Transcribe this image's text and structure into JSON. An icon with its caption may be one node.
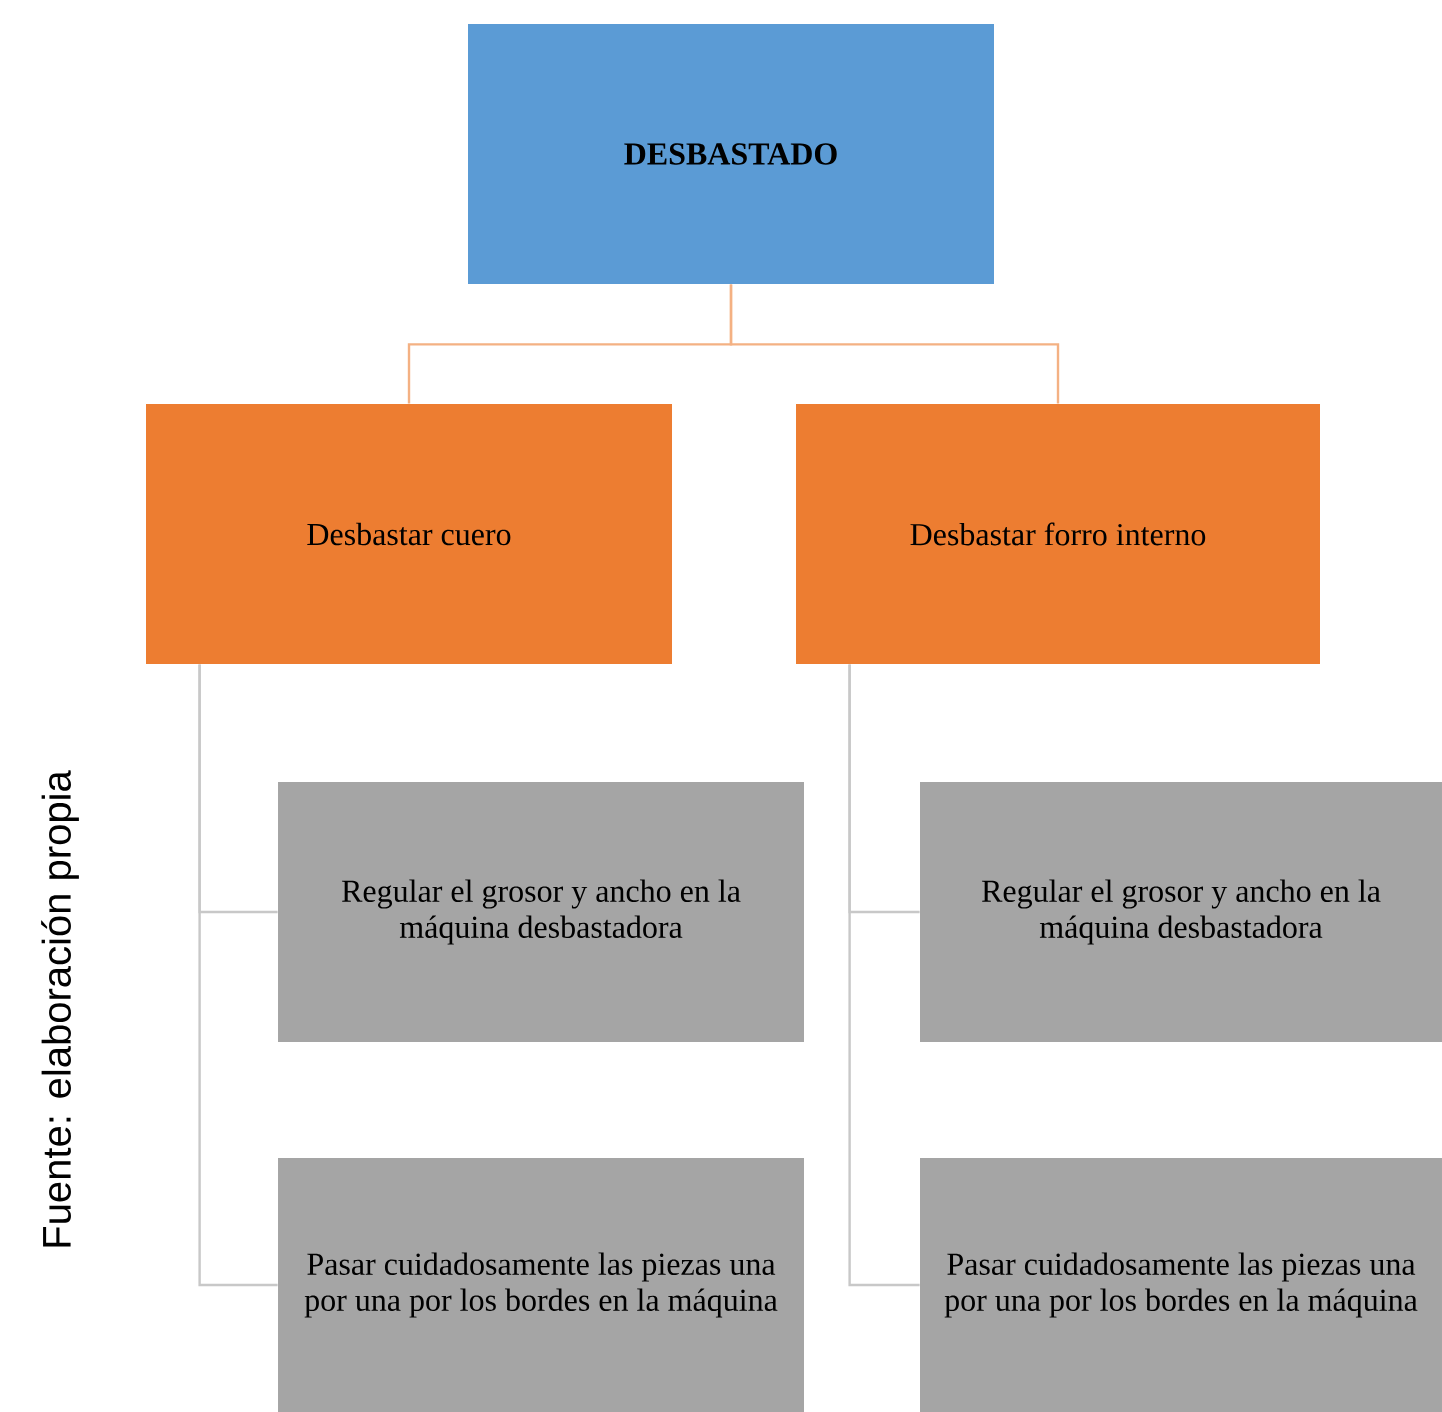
{
  "diagram": {
    "nodes": [
      {
        "text": [
          "DESBASTADO"
        ]
      },
      {
        "text": [
          "Desbastar cuero"
        ]
      },
      {
        "text": [
          "Desbastar forro interno"
        ]
      },
      {
        "text": [
          "Regular el grosor y ancho en la máquina desbastadora"
        ]
      },
      {
        "text": [
          "Pasar cuidadosamente las piezas una por una por los bordes en la máquina"
        ]
      },
      {
        "text": [
          "Regular el grosor y ancho en la máquina desbastadora"
        ]
      },
      {
        "text": [
          "Pasar cuidadosamente las piezas una por una por los bordes en la máquina"
        ]
      }
    ],
    "edges": [
      {
        "from": 0,
        "to": 1,
        "arrow": "none",
        "color": "#f4b183"
      },
      {
        "from": 0,
        "to": 2,
        "arrow": "none",
        "color": "#f4b183"
      },
      {
        "from": 1,
        "to": 3,
        "arrow": "none"
      },
      {
        "from": 1,
        "to": 4,
        "arrow": "none"
      },
      {
        "from": 2,
        "to": 5,
        "arrow": "none"
      },
      {
        "from": 2,
        "to": 6,
        "arrow": "none"
      }
    ],
    "labels": [
      "Fuente: elaboración propia"
    ]
  }
}
